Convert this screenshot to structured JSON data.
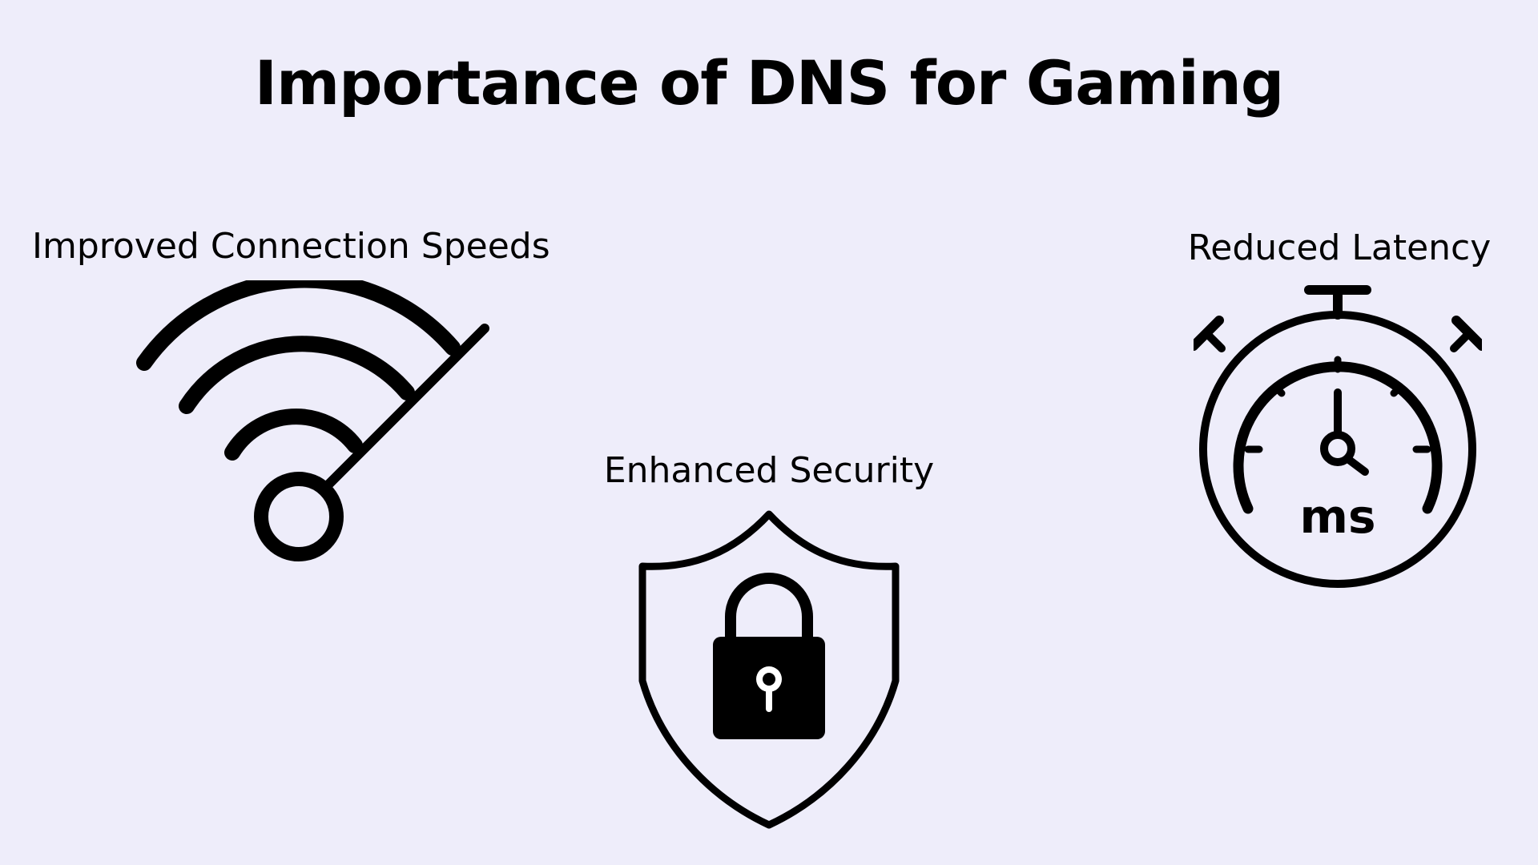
{
  "title": "Importance of DNS for Gaming",
  "items": [
    {
      "label": "Improved Connection Speeds",
      "icon": "wifi-speed-icon"
    },
    {
      "label": "Enhanced Security",
      "icon": "shield-lock-icon"
    },
    {
      "label": "Reduced Latency",
      "icon": "stopwatch-icon",
      "icon_text": "ms"
    }
  ],
  "colors": {
    "background": "#eeedfa",
    "foreground": "#000000"
  }
}
